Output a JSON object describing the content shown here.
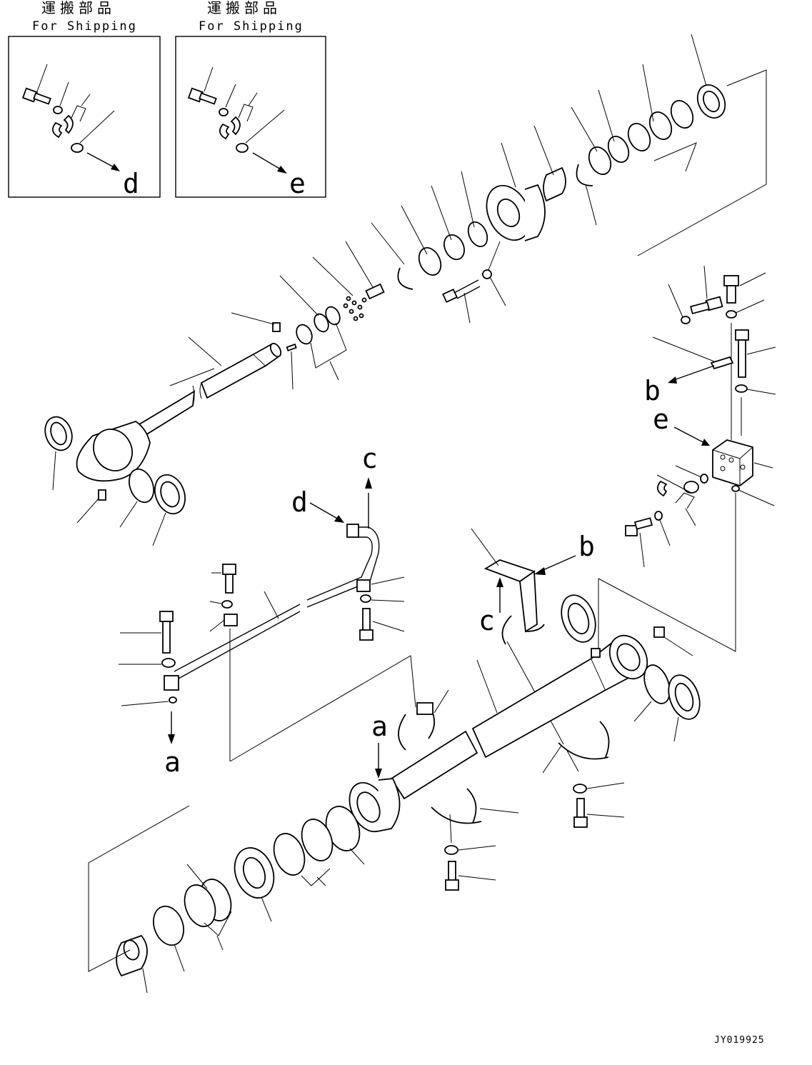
{
  "shipping_box_left": {
    "kanji": "運搬部品",
    "caption": "For Shipping",
    "ref": "d"
  },
  "shipping_box_right": {
    "kanji": "運搬部品",
    "caption": "For Shipping",
    "ref": "e"
  },
  "refs": {
    "a_top": "a",
    "a_bottom": "a",
    "b_top": "b",
    "b_bottom": "b",
    "c_top": "c",
    "c_bottom": "c",
    "d": "d",
    "e": "e"
  },
  "drawing_code": "JY019925"
}
